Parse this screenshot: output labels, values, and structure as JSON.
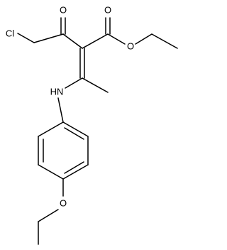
{
  "atoms": {
    "chlorine": "Cl",
    "ketone_oxygen": "O",
    "ester_carbonyl_oxygen": "O",
    "ester_oxygen": "O",
    "amine": "HN",
    "ether_oxygen": "O"
  },
  "colors": {
    "bond": "#000000",
    "background": "#ffffff"
  }
}
